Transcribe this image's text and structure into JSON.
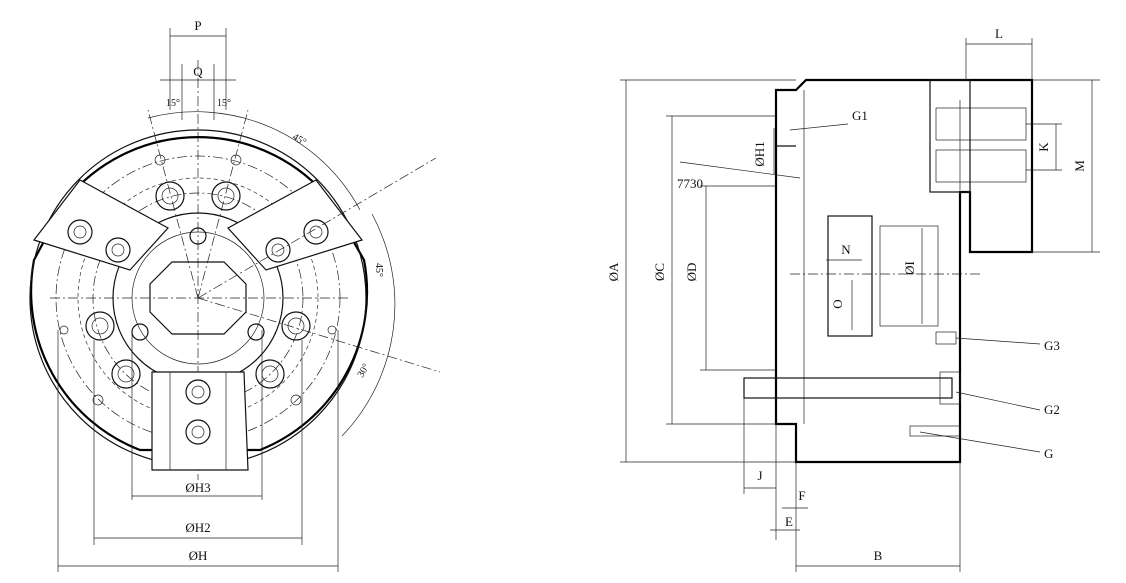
{
  "front_view": {
    "labels": {
      "p": "P",
      "q": "Q",
      "angle_15_left": "15°",
      "angle_15_right": "15°",
      "angle_45_top": "45°",
      "angle_45_right": "45°",
      "angle_30": "30°",
      "dia_h3": "ØH3",
      "dia_h2": "ØH2",
      "dia_h": "ØH"
    }
  },
  "side_view": {
    "labels": {
      "l": "L",
      "m": "M",
      "k": "K",
      "g1": "G1",
      "h1": "ØH1",
      "rad": "7730",
      "dia_a": "ØA",
      "dia_c": "ØC",
      "dia_d": "ØD",
      "n": "N",
      "dia_i": "ØI",
      "o": "O",
      "g3": "G3",
      "g2": "G2",
      "g": "G",
      "j": "J",
      "f": "F",
      "e": "E",
      "b": "B"
    }
  }
}
